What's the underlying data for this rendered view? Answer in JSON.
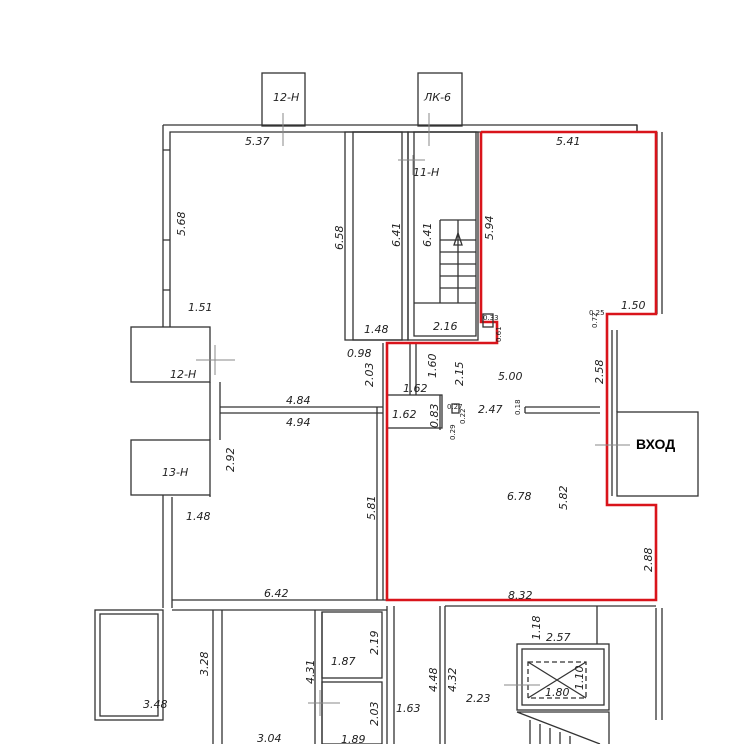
{
  "plan": {
    "units": {
      "top_left_unit": "12-Н",
      "top_right_unit": "ЛК-6",
      "side_unit_upper": "12-Н",
      "side_unit_lower": "13-Н",
      "stair_unit": "11-Н"
    },
    "entrance_label": "ВХОД",
    "highlight_color": "#d9141b",
    "dimensions": {
      "d537": "5.37",
      "d568": "5.68",
      "d151": "1.51",
      "d658": "6.58",
      "d641a": "6.41",
      "d641b": "6.41",
      "d148a": "1.48",
      "d216": "2.16",
      "d098": "0.98",
      "d203a": "2.03",
      "d484": "4.84",
      "d494": "4.94",
      "d292": "2.92",
      "d148b": "1.48",
      "d581": "5.81",
      "d642": "6.42",
      "d541": "5.41",
      "d594": "5.94",
      "d150": "1.50",
      "d025": "0.25",
      "d072": "0.72",
      "d033": "0.33",
      "d061": "0.61",
      "d160": "1.60",
      "d215": "2.15",
      "d162a": "1.62",
      "d162b": "1.62",
      "d083": "0.83",
      "d027": "0.27",
      "d022": "0.22",
      "d029": "0.29",
      "d500": "5.00",
      "d258": "2.58",
      "d247": "2.47",
      "d018": "0.18",
      "d678": "6.78",
      "d582": "5.82",
      "d288": "2.88",
      "d832": "8.32",
      "d328": "3.28",
      "d348": "3.48",
      "d431": "4.31",
      "d304": "3.04",
      "d187": "1.87",
      "d219": "2.19",
      "d203b": "2.03",
      "d189": "1.89",
      "d163": "1.63",
      "d448": "4.48",
      "d432": "4.32",
      "d223": "2.23",
      "d118": "1.18",
      "d257": "2.57",
      "d180": "1.80",
      "d110": "1.10"
    }
  }
}
